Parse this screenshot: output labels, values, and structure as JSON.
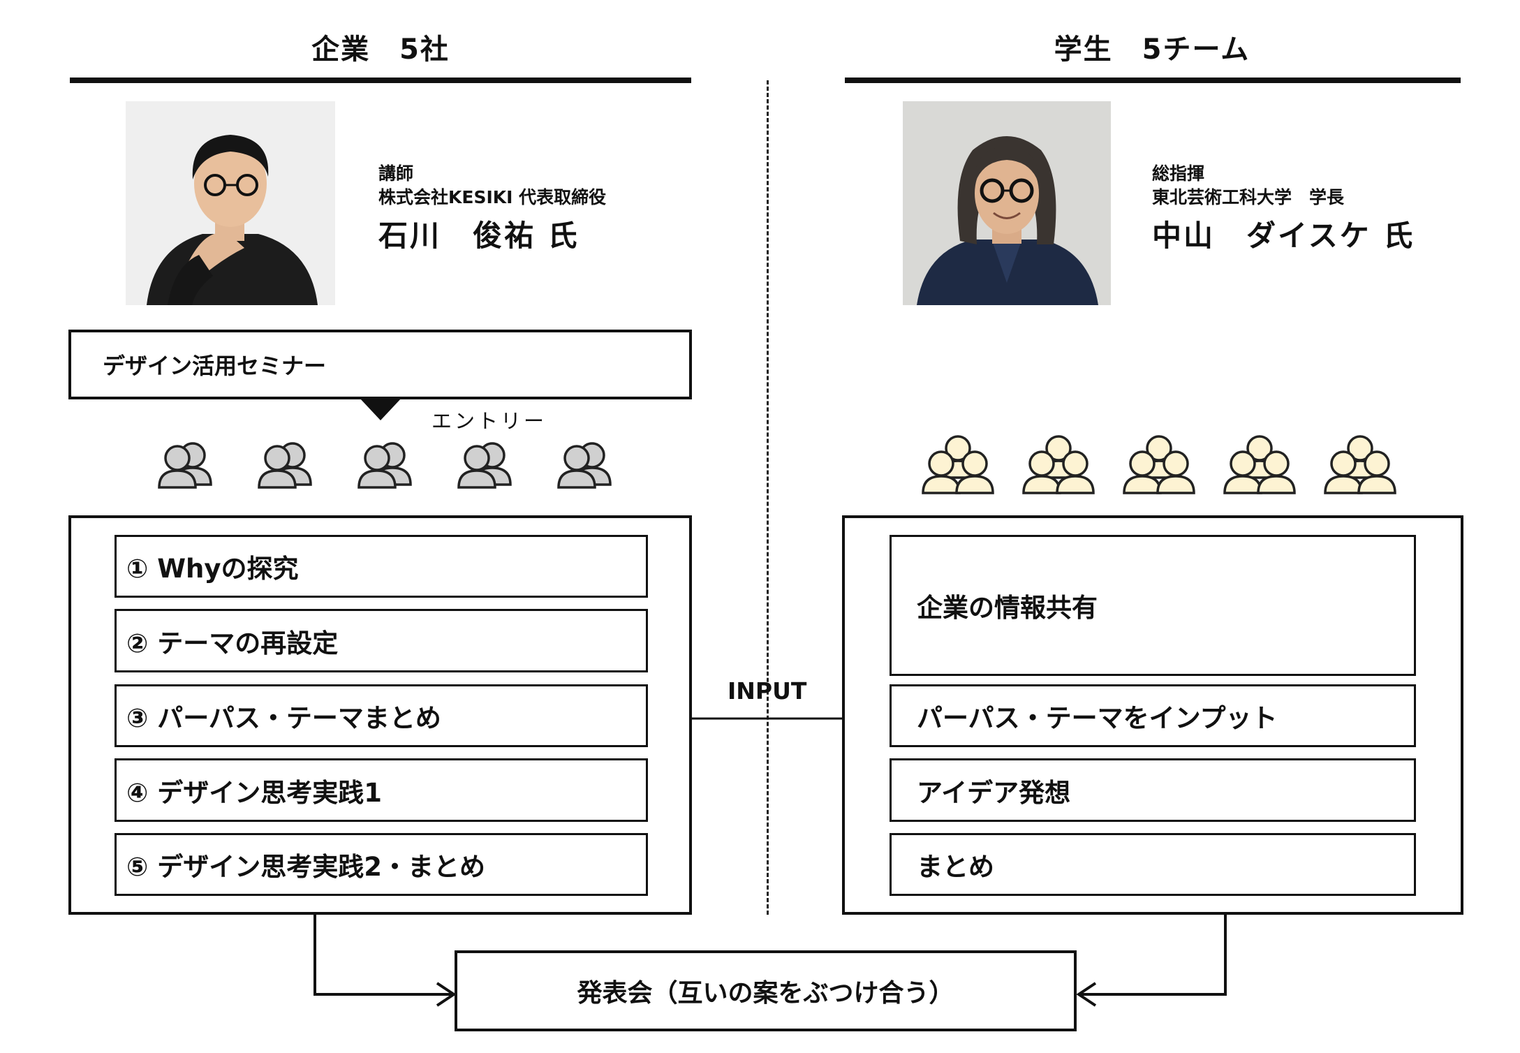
{
  "left": {
    "title": "企業　5社",
    "person": {
      "photo_icon": "portrait-photo",
      "role": "講師",
      "affiliation": "株式会社KESIKI 代表取締役",
      "name": "石川　俊祐 氏"
    },
    "seminar": "デザイン活用セミナー",
    "entry_label": "エントリー",
    "group_icon": "company-group-icon",
    "group_count": 5,
    "group_color": "#d0d0d0",
    "steps": [
      "① Whyの探究",
      "② テーマの再設定",
      "③ パーパス・テーマまとめ",
      "④ デザイン思考実践1",
      "⑤ デザイン思考実践2・まとめ"
    ]
  },
  "right": {
    "title": "学生　5チーム",
    "person": {
      "photo_icon": "portrait-photo",
      "role": "総指揮",
      "affiliation": "東北芸術工科大学　学長",
      "name": "中山　ダイスケ 氏"
    },
    "group_icon": "student-team-icon",
    "group_count": 5,
    "group_color": "#fdf3d3",
    "steps": [
      "企業の情報共有",
      "パーパス・テーマをインプット",
      "アイデア発想",
      "まとめ"
    ]
  },
  "connector": {
    "input_label": "INPUT"
  },
  "result": "発表会（互いの案をぶつけ合う）"
}
